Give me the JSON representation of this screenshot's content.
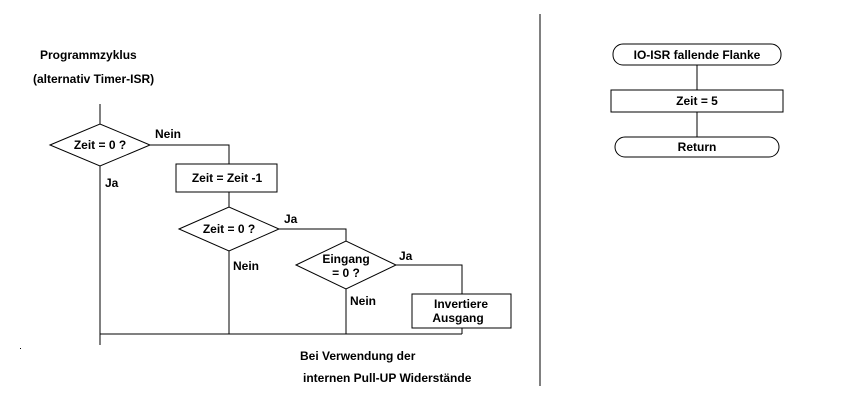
{
  "left": {
    "title_line1": "Programmzyklus",
    "title_line2": "(alternativ Timer-ISR)",
    "decision1": "Zeit = 0 ?",
    "decision1_yes": "Ja",
    "decision1_no": "Nein",
    "process1": "Zeit = Zeit -1",
    "decision2": "Zeit = 0 ?",
    "decision2_yes": "Ja",
    "decision2_no": "Nein",
    "decision3_line1": "Eingang",
    "decision3_line2": "= 0 ?",
    "decision3_yes": "Ja",
    "decision3_no": "Nein",
    "process2_line1": "Invertiere",
    "process2_line2": "Ausgang",
    "note_line1": "Bei Verwendung der",
    "note_line2": "internen Pull-UP Widerstände"
  },
  "right": {
    "start": "IO-ISR fallende Flanke",
    "process": "Zeit = 5",
    "end": "Return"
  }
}
